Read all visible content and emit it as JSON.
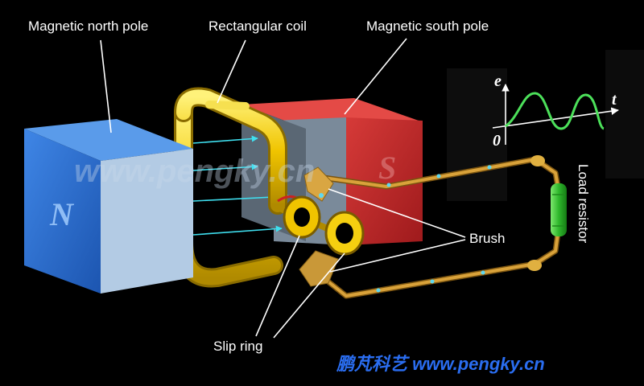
{
  "labels": {
    "north_pole": "Magnetic north pole",
    "coil": "Rectangular coil",
    "south_pole": "Magnetic south pole",
    "brush": "Brush",
    "slip_ring": "Slip ring",
    "load_resistor": "Load resistor"
  },
  "magnet_letters": {
    "north": "N",
    "south": "S"
  },
  "graph": {
    "y_axis": "e",
    "x_axis": "t",
    "origin": "0"
  },
  "watermark": "www.pengky.cn",
  "credit": "鹏芃科艺 www.pengky.cn",
  "colors": {
    "north_magnet": "#2b6fd0",
    "south_magnet": "#c8262a",
    "coil": "#f0c800",
    "wire": "#c8901e",
    "resistor": "#29b52e",
    "sine_wave": "#4ce05a",
    "field_lines": "#3fe0f0"
  }
}
